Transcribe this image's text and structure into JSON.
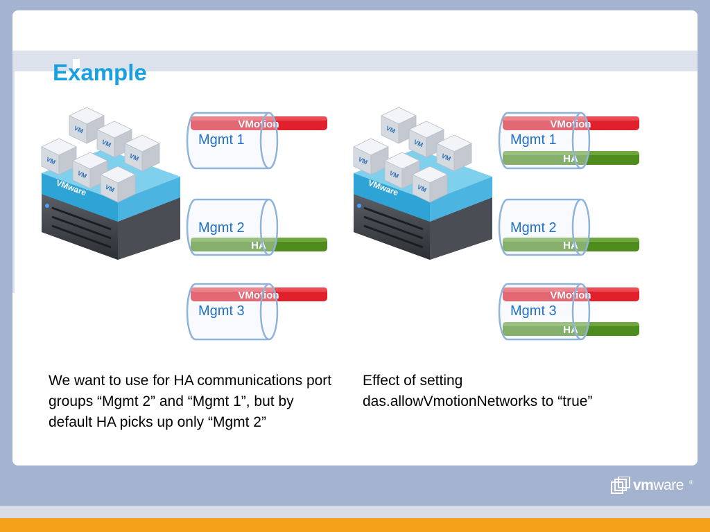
{
  "slide": {
    "title": "Example",
    "captions": {
      "left": "We want to use for HA communications port groups “Mgmt 2” and “Mgmt 1”, but by default HA picks up only “Mgmt 2”",
      "right": "Effect of setting das.allowVmotionNetworks to “true”"
    }
  },
  "host": {
    "vm_label": "VM",
    "brand_label": "VMware"
  },
  "diagrams": [
    {
      "id": "left",
      "port_groups": [
        {
          "label": "Mgmt 1",
          "vmotion": "VMotion",
          "ha": ""
        },
        {
          "label": "Mgmt 2",
          "vmotion": "",
          "ha": "HA"
        },
        {
          "label": "Mgmt 3",
          "vmotion": "VMotion",
          "ha": ""
        }
      ]
    },
    {
      "id": "right",
      "port_groups": [
        {
          "label": "Mgmt 1",
          "vmotion": "VMotion",
          "ha": "HA"
        },
        {
          "label": "Mgmt 2",
          "vmotion": "",
          "ha": "HA"
        },
        {
          "label": "Mgmt 3",
          "vmotion": "VMotion",
          "ha": "HA"
        }
      ]
    }
  ],
  "logo": {
    "bold": "vm",
    "rest": "ware",
    "mark": "®"
  },
  "colors": {
    "accent_title": "#1aa0e0",
    "vmotion_bar": "#e0202a",
    "ha_bar": "#4f8c1e",
    "pipe_stroke": "#8fb3d9",
    "port_label": "#1e6fc8",
    "footer_orange": "#f5a21a",
    "background": "#a3b3d0"
  }
}
